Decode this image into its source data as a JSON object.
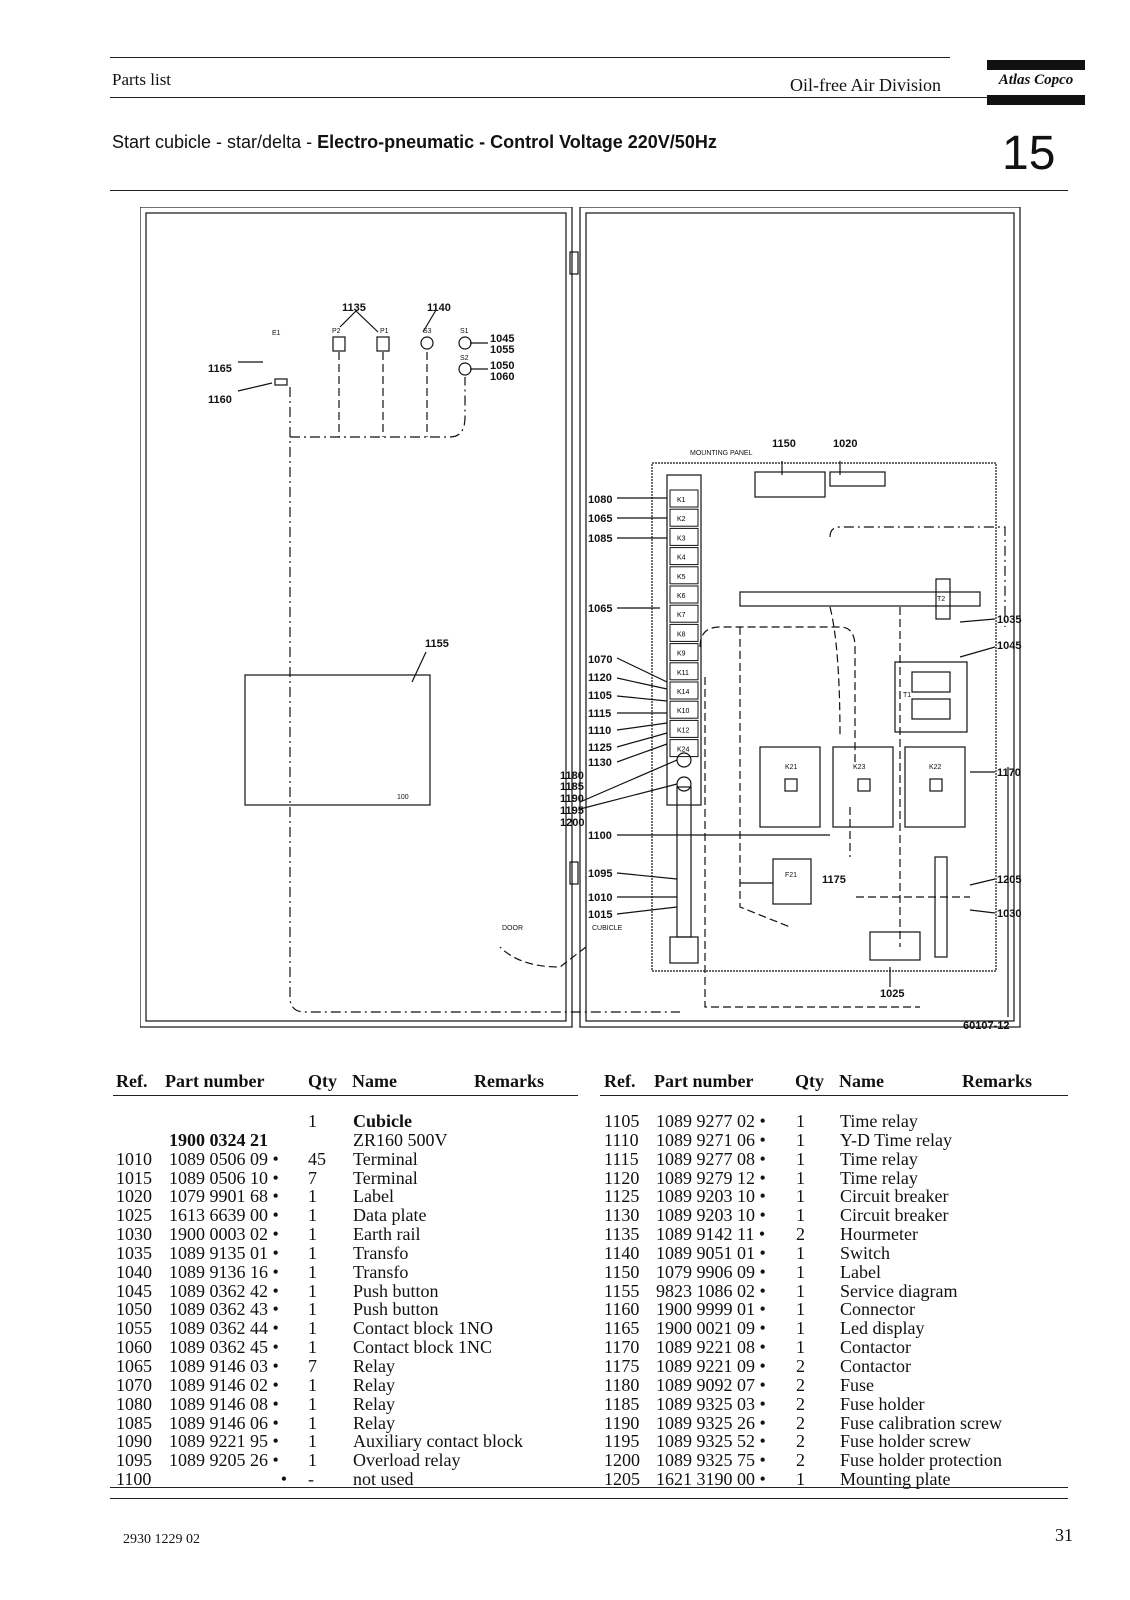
{
  "header": {
    "section": "Parts list",
    "division": "Oil-free Air Division",
    "brand": "Atlas Copco",
    "title_prefix": "Start cubicle - star/delta - ",
    "title_bold": "Electro-pneumatic - Control Voltage  220V/50Hz",
    "chapter_number": "15"
  },
  "diagram": {
    "drawing_number": "60107-12",
    "labels": {
      "l1135": "1135",
      "l1140": "1140",
      "l1045": "1045",
      "l1055": "1055",
      "l1050": "1050",
      "l1060": "1060",
      "l1165": "1165",
      "l1160": "1160",
      "l1155": "1155",
      "l1150": "1150",
      "l1020": "1020",
      "l1080": "1080",
      "l1065a": "1065",
      "l1085": "1085",
      "l1065b": "1065",
      "l1070": "1070",
      "l1120": "1120",
      "l1105": "1105",
      "l1115": "1115",
      "l1110": "1110",
      "l1125": "1125",
      "l1130": "1130",
      "l1180": "1180",
      "l1185": "1185",
      "l1190": "1190",
      "l1195": "1195",
      "l1200": "1200",
      "l1100": "1100",
      "l1095": "1095",
      "l1010": "1010",
      "l1015": "1015",
      "l1035": "1035",
      "l1045b": "1045",
      "l1170": "1170",
      "l1175": "1175",
      "l1205": "1205",
      "l1030": "1030",
      "l1025": "1025",
      "e1": "E1",
      "p2": "P2",
      "p1": "P1",
      "s3": "S3",
      "s1": "S1",
      "s2": "S2",
      "mounting_panel": "MOUNTING PANEL",
      "door": "DOOR",
      "cubicle": "CUBICLE",
      "t1": "T1",
      "t2": "T2",
      "k21": "K21",
      "k23": "K23",
      "k22": "K22",
      "f21": "F21",
      "diag_small": "100",
      "relays": [
        "K1",
        "K2",
        "K3",
        "K4",
        "K5",
        "K6",
        "K7",
        "K8",
        "K9",
        "K11",
        "K14",
        "K10",
        "K12",
        "K24"
      ]
    }
  },
  "table": {
    "headers": {
      "ref": "Ref.",
      "part": "Part number",
      "qty": "Qty",
      "name": "Name",
      "remarks": "Remarks"
    },
    "left": [
      {
        "ref": "",
        "part": "",
        "qty": "1",
        "name": "Cubicle"
      },
      {
        "ref": "",
        "part": "1900 0324 21",
        "qty": "",
        "name": "ZR160 500V"
      },
      {
        "ref": "1010",
        "part": "1089 0506 09 •",
        "qty": "45",
        "name": "Terminal"
      },
      {
        "ref": "1015",
        "part": "1089 0506 10 •",
        "qty": "7",
        "name": "Terminal"
      },
      {
        "ref": "1020",
        "part": "1079 9901 68 •",
        "qty": "1",
        "name": "Label"
      },
      {
        "ref": "1025",
        "part": "1613 6639 00 •",
        "qty": "1",
        "name": "Data plate"
      },
      {
        "ref": "1030",
        "part": "1900 0003 02 •",
        "qty": "1",
        "name": "Earth rail"
      },
      {
        "ref": "1035",
        "part": "1089 9135 01 •",
        "qty": "1",
        "name": "Transfo"
      },
      {
        "ref": "1040",
        "part": "1089 9136 16 •",
        "qty": "1",
        "name": "Transfo"
      },
      {
        "ref": "1045",
        "part": "1089 0362 42 •",
        "qty": "1",
        "name": "Push button"
      },
      {
        "ref": "1050",
        "part": "1089 0362 43 •",
        "qty": "1",
        "name": "Push button"
      },
      {
        "ref": "1055",
        "part": "1089 0362 44 •",
        "qty": "1",
        "name": "Contact block 1NO"
      },
      {
        "ref": "1060",
        "part": "1089 0362 45 •",
        "qty": "1",
        "name": "Contact block 1NC"
      },
      {
        "ref": "1065",
        "part": "1089 9146 03 •",
        "qty": "7",
        "name": "Relay"
      },
      {
        "ref": "1070",
        "part": "1089 9146 02 •",
        "qty": "1",
        "name": "Relay"
      },
      {
        "ref": "1080",
        "part": "1089 9146 08 •",
        "qty": "1",
        "name": "Relay"
      },
      {
        "ref": "1085",
        "part": "1089 9146 06 •",
        "qty": "1",
        "name": "Relay"
      },
      {
        "ref": "1090",
        "part": "1089 9221 95 •",
        "qty": "1",
        "name": "Auxiliary contact block"
      },
      {
        "ref": "1095",
        "part": "1089 9205 26 •",
        "qty": "1",
        "name": "Overload relay"
      },
      {
        "ref": "1100",
        "part": "•",
        "qty": "-",
        "name": "not used"
      }
    ],
    "right": [
      {
        "ref": "1105",
        "part": "1089 9277 02 •",
        "qty": "1",
        "name": "Time relay"
      },
      {
        "ref": "1110",
        "part": "1089 9271 06 •",
        "qty": "1",
        "name": "Y-D Time relay"
      },
      {
        "ref": "1115",
        "part": "1089 9277 08 •",
        "qty": "1",
        "name": "Time relay"
      },
      {
        "ref": "1120",
        "part": "1089 9279 12 •",
        "qty": "1",
        "name": "Time relay"
      },
      {
        "ref": "1125",
        "part": "1089 9203 10 •",
        "qty": "1",
        "name": "Circuit breaker"
      },
      {
        "ref": "1130",
        "part": "1089 9203 10 •",
        "qty": "1",
        "name": "Circuit breaker"
      },
      {
        "ref": "1135",
        "part": "1089 9142 11 •",
        "qty": "2",
        "name": "Hourmeter"
      },
      {
        "ref": "1140",
        "part": "1089 9051 01 •",
        "qty": "1",
        "name": "Switch"
      },
      {
        "ref": "1150",
        "part": "1079 9906 09 •",
        "qty": "1",
        "name": "Label"
      },
      {
        "ref": "1155",
        "part": "9823 1086 02 •",
        "qty": "1",
        "name": "Service diagram"
      },
      {
        "ref": "1160",
        "part": "1900 9999 01 •",
        "qty": "1",
        "name": "Connector"
      },
      {
        "ref": "1165",
        "part": "1900 0021 09 •",
        "qty": "1",
        "name": "Led display"
      },
      {
        "ref": "1170",
        "part": "1089 9221 08 •",
        "qty": "1",
        "name": "Contactor"
      },
      {
        "ref": "1175",
        "part": "1089 9221 09 •",
        "qty": "2",
        "name": "Contactor"
      },
      {
        "ref": "1180",
        "part": "1089 9092 07 •",
        "qty": "2",
        "name": "Fuse"
      },
      {
        "ref": "1185",
        "part": "1089 9325 03 •",
        "qty": "2",
        "name": "Fuse holder"
      },
      {
        "ref": "1190",
        "part": "1089 9325 26 •",
        "qty": "2",
        "name": "Fuse calibration screw"
      },
      {
        "ref": "1195",
        "part": "1089 9325 52 •",
        "qty": "2",
        "name": "Fuse holder screw"
      },
      {
        "ref": "1200",
        "part": "1089 9325 75 •",
        "qty": "2",
        "name": "Fuse holder protection"
      },
      {
        "ref": "1205",
        "part": "1621 3190 00 •",
        "qty": "1",
        "name": "Mounting plate"
      }
    ]
  },
  "footer": {
    "doc_number": "2930 1229 02",
    "page": "31"
  }
}
